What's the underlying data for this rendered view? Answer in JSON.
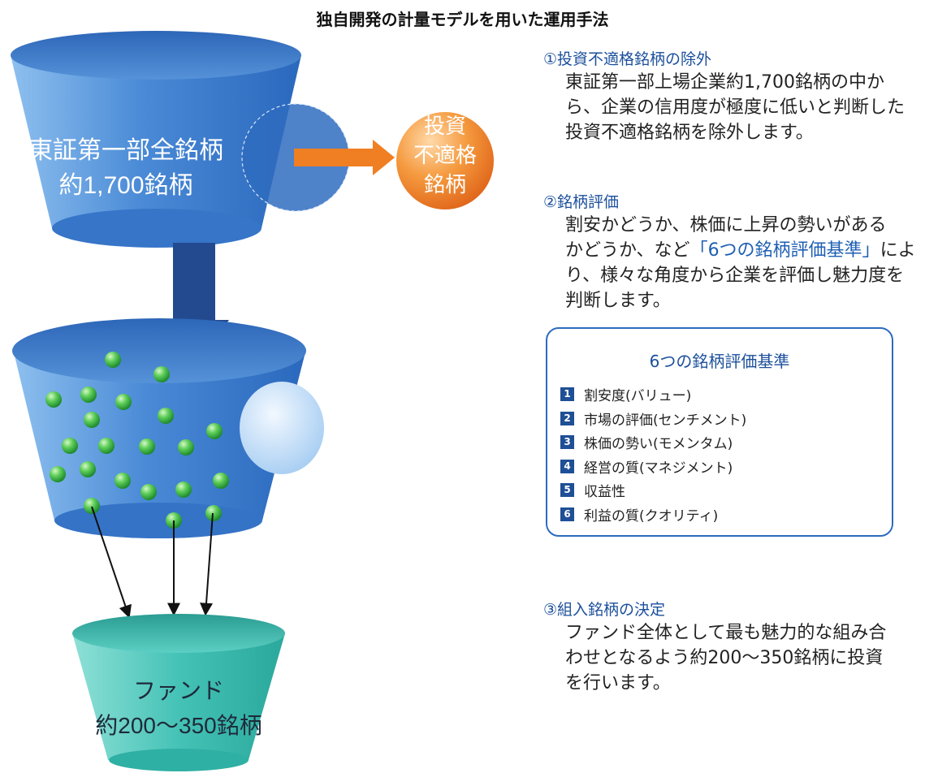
{
  "title": "独自開発の計量モデルを用いた運用手法",
  "diagram": {
    "top_funnel": {
      "line1": "東証第一部全銘柄",
      "line2": "約1,700銘柄"
    },
    "excluded": {
      "line1": "投資",
      "line2": "不適格",
      "line3": "銘柄"
    },
    "fund": {
      "line1": "ファンド",
      "line2": "約200〜350銘柄"
    }
  },
  "steps": [
    {
      "heading": "①投資不適格銘柄の除外",
      "lines": [
        "東証第一部上場企業約1,700銘柄の中か",
        "ら、企業の信用度が極度に低いと判断した",
        "投資不適格銘柄を除外します。"
      ]
    },
    {
      "heading": "②銘柄評価",
      "line1": "割安かどうか、株価に上昇の勢いがある",
      "line2_pre": "かどうか、など",
      "line2_highlight": "「6つの銘柄評価基準」",
      "line2_post": "によ",
      "line3": "り、様々な角度から企業を評価し魅力度を",
      "line4": "判断します。"
    },
    {
      "heading": "③組入銘柄の決定",
      "lines": [
        "ファンド全体として最も魅力的な組み合",
        "わせとなるよう約200〜350銘柄に投資",
        "を行います。"
      ]
    }
  ],
  "criteria": {
    "title": "6つの銘柄評価基準",
    "items": [
      {
        "num": "1",
        "label": "割安度(バリュー)"
      },
      {
        "num": "2",
        "label": "市場の評価(センチメント)"
      },
      {
        "num": "3",
        "label": "株価の勢い(モメンタム)"
      },
      {
        "num": "4",
        "label": "経営の質(マネジメント)"
      },
      {
        "num": "5",
        "label": "収益性"
      },
      {
        "num": "6",
        "label": "利益の質(クオリティ)"
      }
    ]
  },
  "colors": {
    "funnel_blue": "#3f7fcf",
    "funnel_blue_light": "#7fb4ea",
    "fund_teal": "#3fbfb6",
    "orange": "#f07e22",
    "dark_arrow": "#1e3f80",
    "green_ball": "#3fb84a",
    "accent_text": "#1b4f9c"
  }
}
